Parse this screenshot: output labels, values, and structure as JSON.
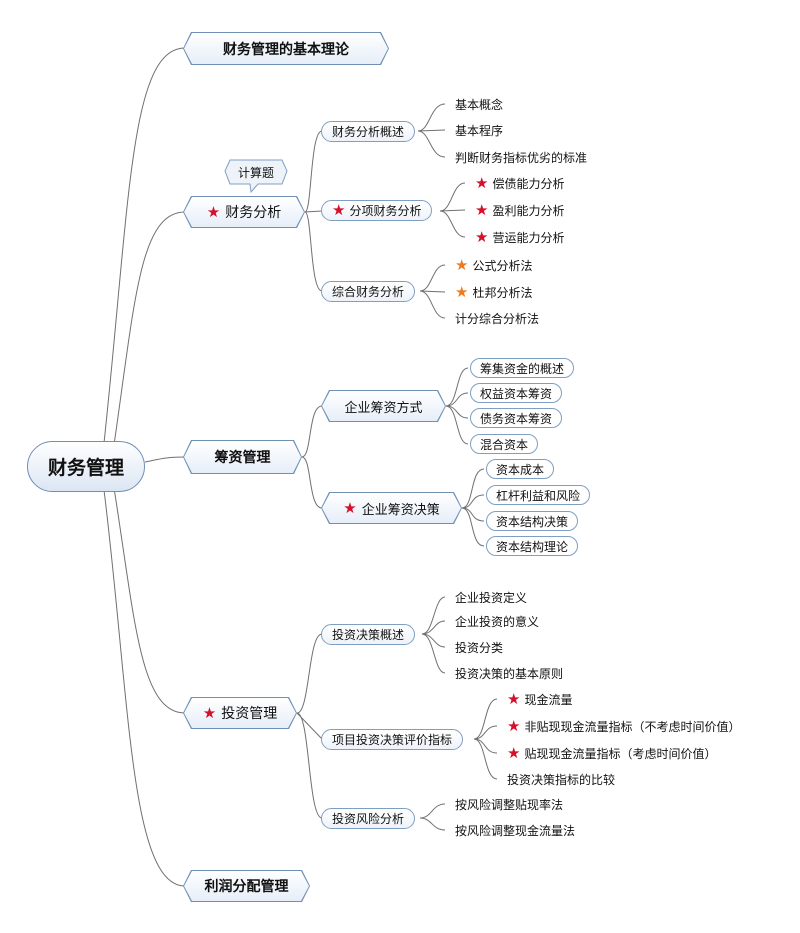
{
  "root": "财务管理",
  "branches": {
    "theory": "财务管理的基本理论",
    "analysis": "财务分析",
    "analysis_callout": "计算题",
    "financing": "筹资管理",
    "investment": "投资管理",
    "profit": "利润分配管理"
  },
  "analysis": {
    "overview": "财务分析概述",
    "overview_items": [
      "基本概念",
      "基本程序",
      "判断财务指标优劣的标准"
    ],
    "itemized": "分项财务分析",
    "itemized_items": [
      "偿债能力分析",
      "盈利能力分析",
      "营运能力分析"
    ],
    "comprehensive": "综合财务分析",
    "comprehensive_items": [
      "公式分析法",
      "杜邦分析法",
      "计分综合分析法"
    ]
  },
  "financing": {
    "methods": "企业筹资方式",
    "methods_items": [
      "筹集资金的概述",
      "权益资本筹资",
      "债务资本筹资",
      "混合资本"
    ],
    "decision": "企业筹资决策",
    "decision_items": [
      "资本成本",
      "杠杆利益和风险",
      "资本结构决策",
      "资本结构理论"
    ]
  },
  "investment": {
    "overview": "投资决策概述",
    "overview_items": [
      "企业投资定义",
      "企业投资的意义",
      "投资分类",
      "投资决策的基本原则"
    ],
    "indicators": "项目投资决策评价指标",
    "indicators_items": [
      "现金流量",
      "非贴现现金流量指标（不考虑时间价值）",
      "贴现现金流量指标（考虑时间价值）",
      "投资决策指标的比较"
    ],
    "risk": "投资风险分析",
    "risk_items": [
      "按风险调整贴现率法",
      "按风险调整现金流量法"
    ]
  },
  "colors": {
    "star_red": "#d4102a",
    "star_orange": "#ef7a1d",
    "border_blue": "#6f8fb4",
    "line": "#707070"
  },
  "icons": {
    "priority": "star-icon"
  }
}
